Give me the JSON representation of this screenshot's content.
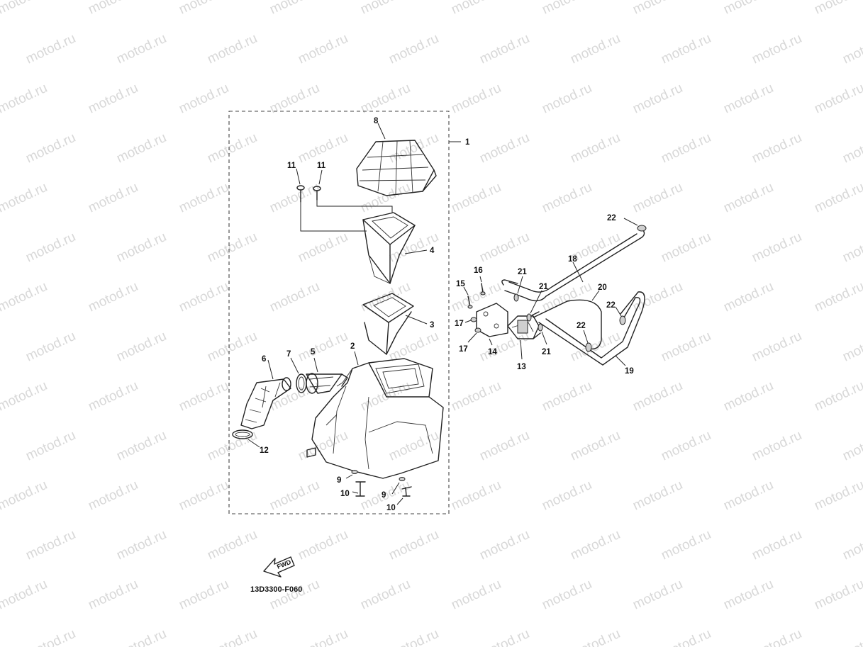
{
  "watermark": "motod.ru",
  "diagram_code": "13D3300-F060",
  "fwd_label": "FWD",
  "callouts": {
    "c1": "1",
    "c2": "2",
    "c3": "3",
    "c4": "4",
    "c5": "5",
    "c6": "6",
    "c7": "7",
    "c8": "8",
    "c9a": "9",
    "c9b": "9",
    "c10a": "10",
    "c10b": "10",
    "c11a": "11",
    "c11b": "11",
    "c12": "12",
    "c13": "13",
    "c14": "14",
    "c15": "15",
    "c16": "16",
    "c17a": "17",
    "c17b": "17",
    "c18": "18",
    "c19": "19",
    "c20": "20",
    "c21a": "21",
    "c21b": "21",
    "c21c": "21",
    "c22a": "22",
    "c22b": "22",
    "c22c": "22"
  }
}
